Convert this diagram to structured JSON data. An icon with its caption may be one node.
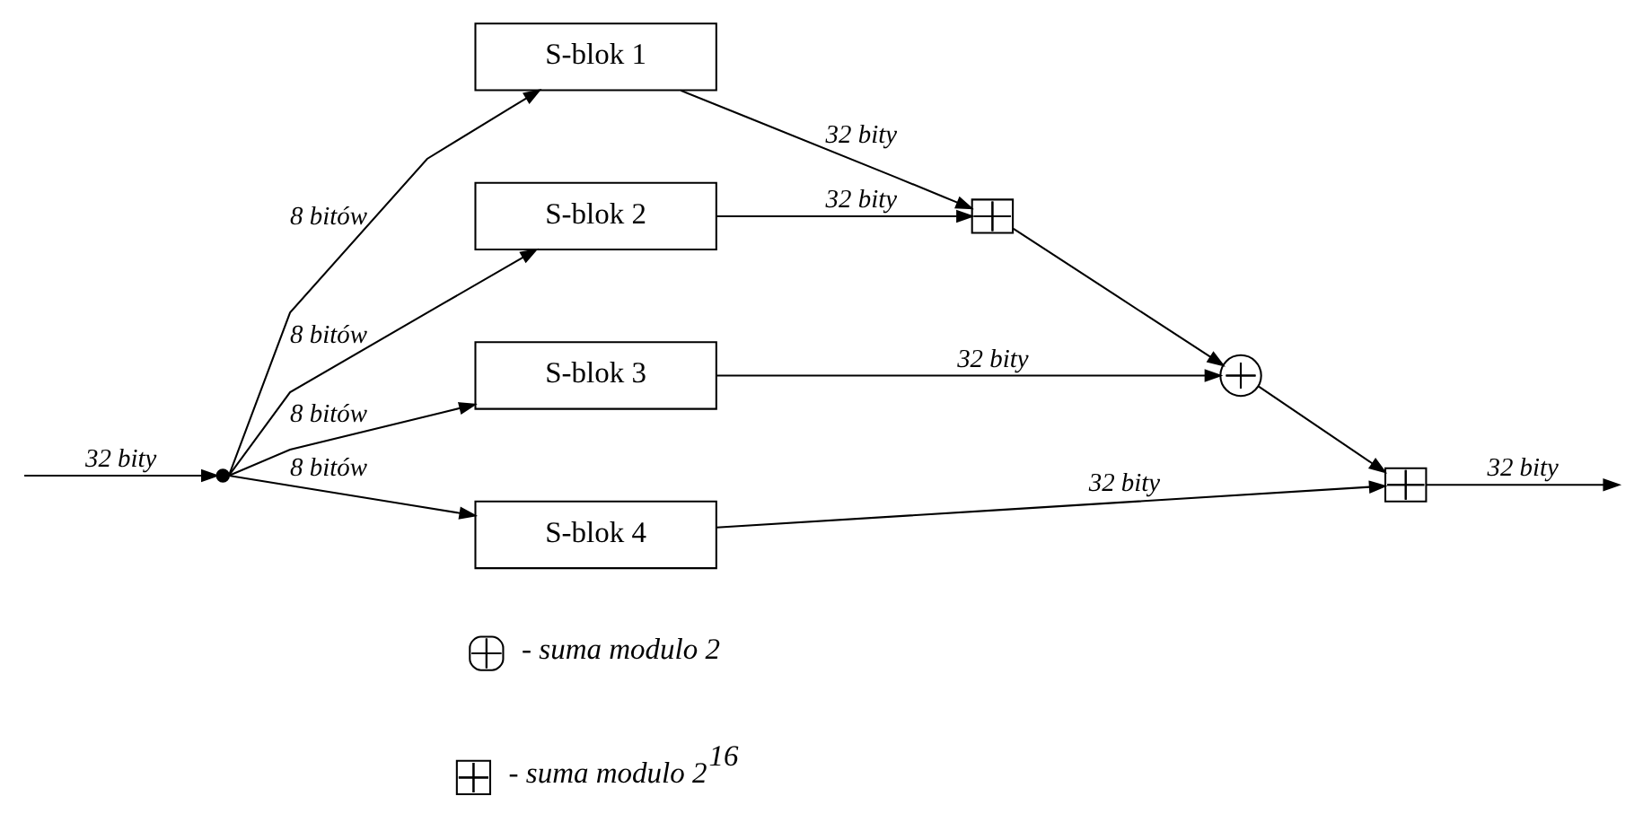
{
  "diagram": {
    "nodes": [
      {
        "text": [],
        "shape": "point"
      },
      {
        "text": [
          "S-blok 1"
        ]
      },
      {
        "text": [
          "S-blok 2"
        ]
      },
      {
        "text": [
          "S-blok 3"
        ]
      },
      {
        "text": [
          "S-blok 4"
        ]
      },
      {
        "text": [],
        "shape": "box"
      },
      {
        "text": [],
        "shape": "circle"
      },
      {
        "text": [],
        "shape": "box"
      }
    ],
    "edges": [
      {
        "from": null,
        "to": 0,
        "arrow": "to",
        "label": "32 bity"
      },
      {
        "from": 0,
        "to": 1,
        "arrow": "to",
        "label": "8 bitów"
      },
      {
        "from": 0,
        "to": 2,
        "arrow": "to",
        "label": "8 bitów"
      },
      {
        "from": 0,
        "to": 3,
        "arrow": "to",
        "label": "8 bitów"
      },
      {
        "from": 0,
        "to": 4,
        "arrow": "to",
        "label": "8 bitów"
      },
      {
        "from": 1,
        "to": 5,
        "arrow": "to",
        "label": "32 bity"
      },
      {
        "from": 2,
        "to": 5,
        "arrow": "to",
        "label": "32 bity"
      },
      {
        "from": 5,
        "to": 6,
        "arrow": "to"
      },
      {
        "from": 3,
        "to": 6,
        "arrow": "to",
        "label": "32 bity"
      },
      {
        "from": 6,
        "to": 7,
        "arrow": "to"
      },
      {
        "from": 4,
        "to": 7,
        "arrow": "to",
        "label": "32 bity"
      },
      {
        "from": 7,
        "to": null,
        "arrow": "to",
        "label": "32 bity"
      }
    ],
    "legend": [
      {
        "text": "- suma modulo 2"
      },
      {
        "text": "- suma modulo 2$^{16}$"
      }
    ]
  }
}
